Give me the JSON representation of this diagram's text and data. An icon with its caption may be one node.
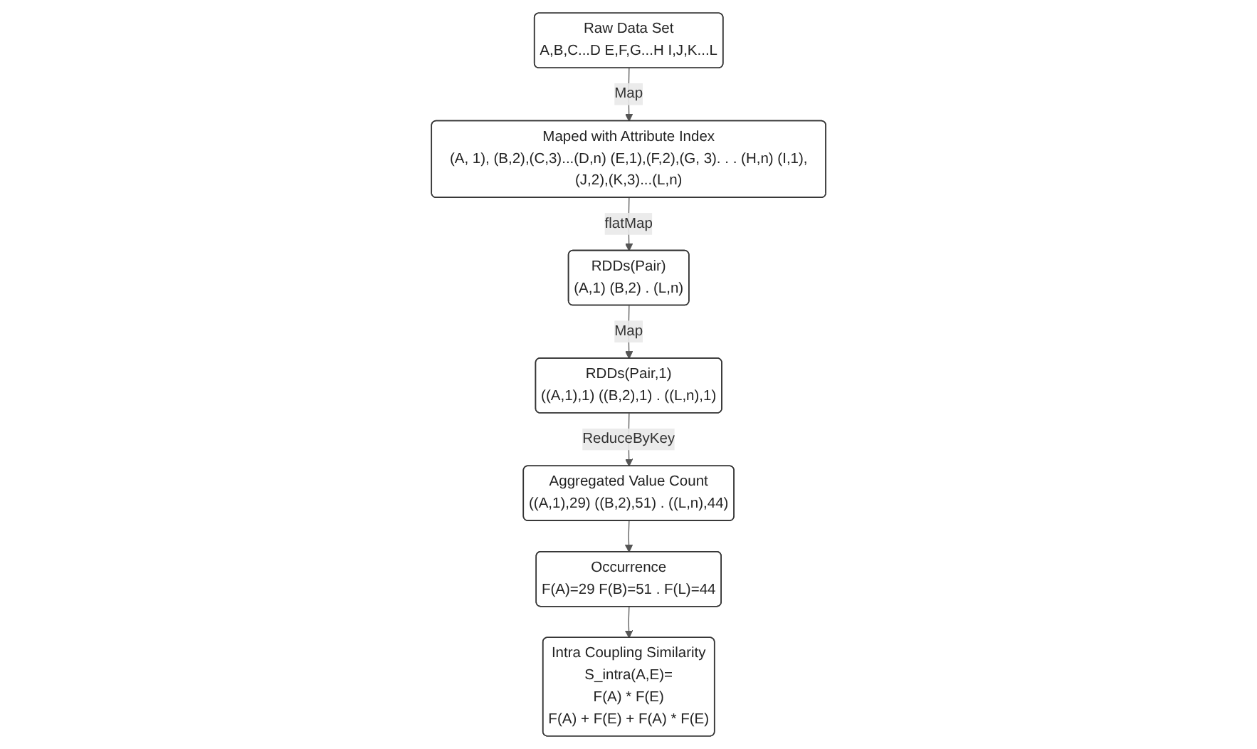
{
  "diagram": {
    "nodes": [
      {
        "text": [
          "Raw Data Set",
          "A,B,C...D E,F,G...H I,J,K...L"
        ]
      },
      {
        "text": [
          "Maped with Attribute Index",
          "(A, 1), (B,2),(C,3)...(D,n) (E,1),(F,2),(G, 3). . . (H,n) (I,1),(J,2),(K,3)...(L,n)"
        ]
      },
      {
        "text": [
          "RDDs(Pair)",
          "(A,1) (B,2) . (L,n)"
        ]
      },
      {
        "text": [
          "Intra Coupling Similarity",
          "S_intra(A,E)=",
          "F(A) * F(E)",
          "F(A) + F(E) + F(A) * F(E)"
        ]
      },
      {
        "text": [
          "Occurrence",
          "F(A)=29 F(B)=51 . F(L)=44"
        ]
      },
      {
        "text": [
          "Aggregated Value Count",
          "((A,1),29) ((B,2),51) . ((L,n),44)"
        ]
      },
      {
        "text": [
          "RDDs(Pair,1)",
          "((A,1),1) ((B,2),1) . ((L,n),1)"
        ]
      }
    ],
    "edges": [
      {
        "from": 0,
        "to": 1,
        "arrow": "to",
        "label": "Map"
      },
      {
        "from": 1,
        "to": 2,
        "arrow": "to",
        "label": "flatMap"
      },
      {
        "from": 2,
        "to": 6,
        "arrow": "to",
        "label": "Map"
      },
      {
        "from": 6,
        "to": 5,
        "arrow": "to",
        "label": "ReduceByKey"
      },
      {
        "from": 5,
        "to": 4,
        "arrow": "to"
      },
      {
        "from": 4,
        "to": 3,
        "arrow": "to"
      }
    ]
  }
}
